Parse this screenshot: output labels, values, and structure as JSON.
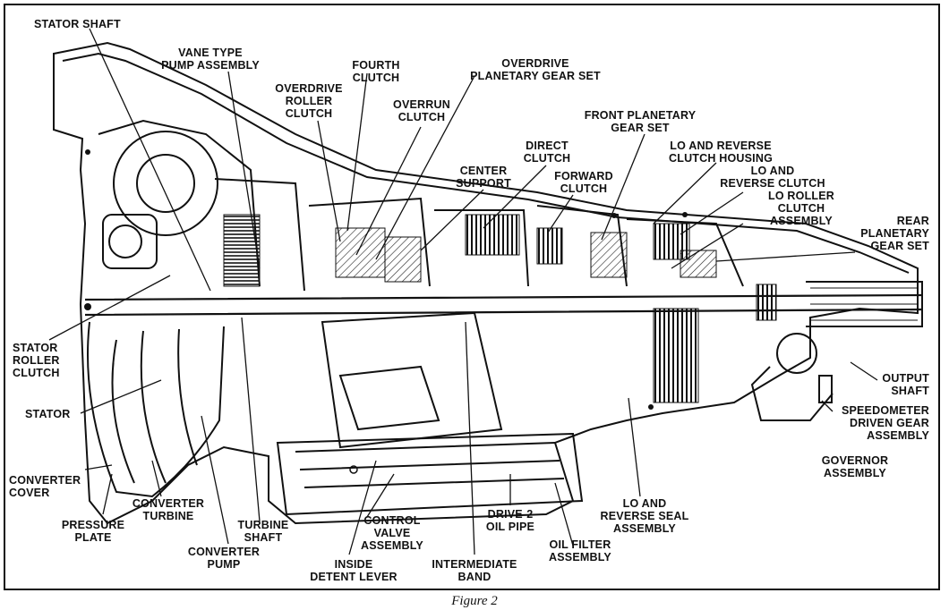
{
  "figure": {
    "caption": "Figure 2"
  },
  "labels": {
    "stator_shaft": "STATOR SHAFT",
    "vane_pump_1": "VANE TYPE",
    "vane_pump_2": "PUMP ASSEMBLY",
    "fourth_clutch_1": "FOURTH",
    "fourth_clutch_2": "CLUTCH",
    "od_planetary_1": "OVERDRIVE",
    "od_planetary_2": "PLANETARY GEAR SET",
    "od_roller_1": "OVERDRIVE",
    "od_roller_2": "ROLLER",
    "od_roller_3": "CLUTCH",
    "overrun_1": "OVERRUN",
    "overrun_2": "CLUTCH",
    "front_planetary_1": "FRONT PLANETARY",
    "front_planetary_2": "GEAR SET",
    "direct_clutch_1": "DIRECT",
    "direct_clutch_2": "CLUTCH",
    "lo_rev_housing_1": "LO AND REVERSE",
    "lo_rev_housing_2": "CLUTCH HOUSING",
    "center_support_1": "CENTER",
    "center_support_2": "SUPPORT",
    "forward_clutch_1": "FORWARD",
    "forward_clutch_2": "CLUTCH",
    "lo_rev_clutch_1": "LO AND",
    "lo_rev_clutch_2": "REVERSE CLUTCH",
    "lo_roller_1": "LO ROLLER",
    "lo_roller_2": "CLUTCH",
    "lo_roller_3": "ASSEMBLY",
    "rear_planetary_1": "REAR",
    "rear_planetary_2": "PLANETARY",
    "rear_planetary_3": "GEAR SET",
    "stator_roller_1": "STATOR",
    "stator_roller_2": "ROLLER",
    "stator_roller_3": "CLUTCH",
    "stator": "STATOR",
    "converter_cover_1": "CONVERTER",
    "converter_cover_2": "COVER",
    "pressure_plate_1": "PRESSURE",
    "pressure_plate_2": "PLATE",
    "converter_turbine_1": "CONVERTER",
    "converter_turbine_2": "TURBINE",
    "converter_pump_1": "CONVERTER",
    "converter_pump_2": "PUMP",
    "turbine_shaft_1": "TURBINE",
    "turbine_shaft_2": "SHAFT",
    "inside_detent_1": "INSIDE",
    "inside_detent_2": "DETENT LEVER",
    "control_valve_1": "CONTROL",
    "control_valve_2": "VALVE",
    "control_valve_3": "ASSEMBLY",
    "intermediate_band_1": "INTERMEDIATE",
    "intermediate_band_2": "BAND",
    "drive2_pipe_1": "DRIVE-2",
    "drive2_pipe_2": "OIL PIPE",
    "oil_filter_1": "OIL FILTER",
    "oil_filter_2": "ASSEMBLY",
    "lo_rev_seal_1": "LO AND",
    "lo_rev_seal_2": "REVERSE SEAL",
    "lo_rev_seal_3": "ASSEMBLY",
    "output_shaft_1": "OUTPUT",
    "output_shaft_2": "SHAFT",
    "speedo_1": "SPEEDOMETER",
    "speedo_2": "DRIVEN GEAR",
    "speedo_3": "ASSEMBLY",
    "governor_1": "GOVERNOR",
    "governor_2": "ASSEMBLY"
  }
}
